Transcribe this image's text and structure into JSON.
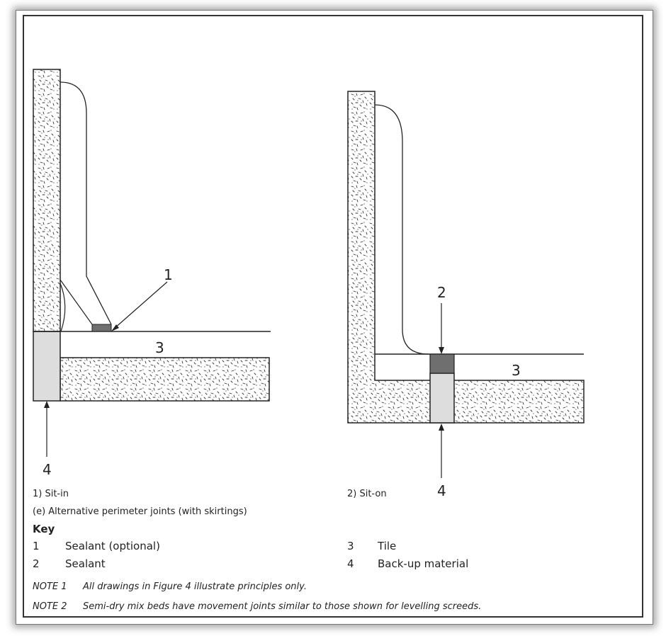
{
  "diagram": {
    "left": {
      "callout_sealant": "1",
      "callout_tile": "3",
      "callout_backup": "4",
      "caption": "1) Sit-in"
    },
    "right": {
      "callout_sealant": "2",
      "callout_tile": "3",
      "callout_backup": "4",
      "caption": "2) Sit-on"
    },
    "figure_caption": "(e) Alternative perimeter joints (with skirtings)",
    "colors": {
      "outline": "#222222",
      "sealant": "#6f6f6f",
      "backup": "#dddddd"
    }
  },
  "key": {
    "heading": "Key",
    "items": [
      {
        "num": "1",
        "label": "Sealant (optional)"
      },
      {
        "num": "2",
        "label": "Sealant"
      },
      {
        "num": "3",
        "label": "Tile"
      },
      {
        "num": "4",
        "label": "Back-up material"
      }
    ]
  },
  "notes": [
    {
      "label": "NOTE 1",
      "text": "All drawings in Figure 4 illustrate principles only."
    },
    {
      "label": "NOTE 2",
      "text": "Semi-dry mix beds have movement joints similar to those shown for levelling screeds."
    }
  ]
}
